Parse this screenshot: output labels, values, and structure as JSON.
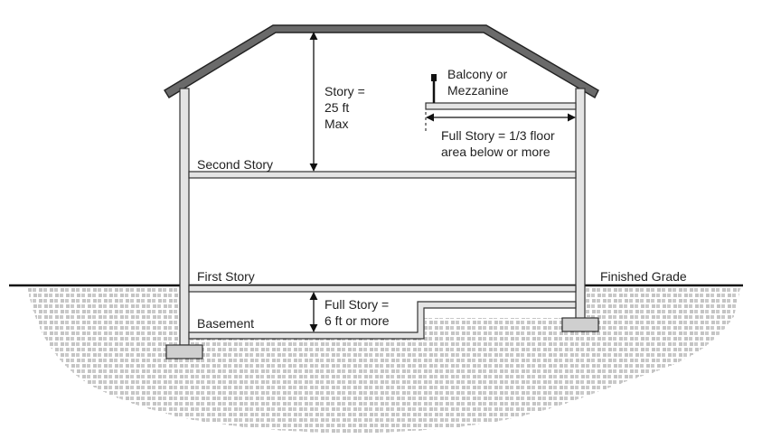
{
  "labels": {
    "story_height": [
      "Story =",
      "25 ft",
      "Max"
    ],
    "balcony": [
      "Balcony or",
      "Mezzanine"
    ],
    "full_story_floor": [
      "Full Story = 1/3 floor",
      "area below or more"
    ],
    "second_story": "Second Story",
    "first_story": "First Story",
    "finished_grade": "Finished Grade",
    "full_story_basement": [
      "Full Story =",
      "6 ft or more"
    ],
    "basement": "Basement"
  }
}
